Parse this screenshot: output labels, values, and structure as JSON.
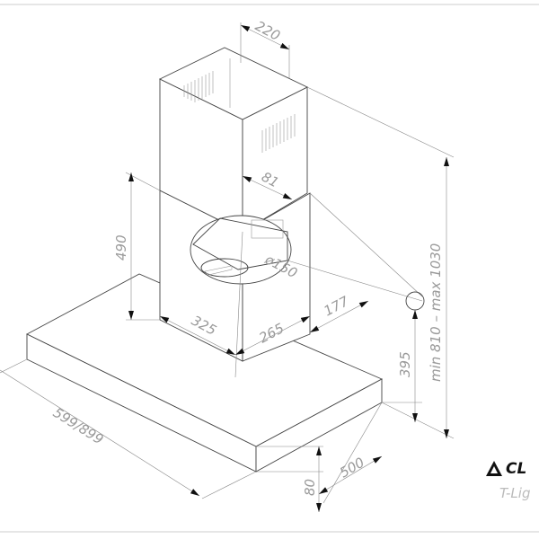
{
  "drawing": {
    "dimensions": {
      "chimney_depth": "220",
      "duct_offset": "81",
      "chimney_lower_height": "490",
      "outlet_diameter": "ø150",
      "outlet_offset": "177",
      "chimney_width": "325",
      "chimney_side": "265",
      "hood_to_outlet": "395",
      "total_height": "min 810 – max 1030",
      "hood_width": "599/899",
      "hood_depth": "500",
      "hood_thickness": "80"
    },
    "line_color": "#444444",
    "dimension_text_color": "#9a9a9a"
  },
  "brand": {
    "logo_text": "CL",
    "model": "T-Lig"
  }
}
